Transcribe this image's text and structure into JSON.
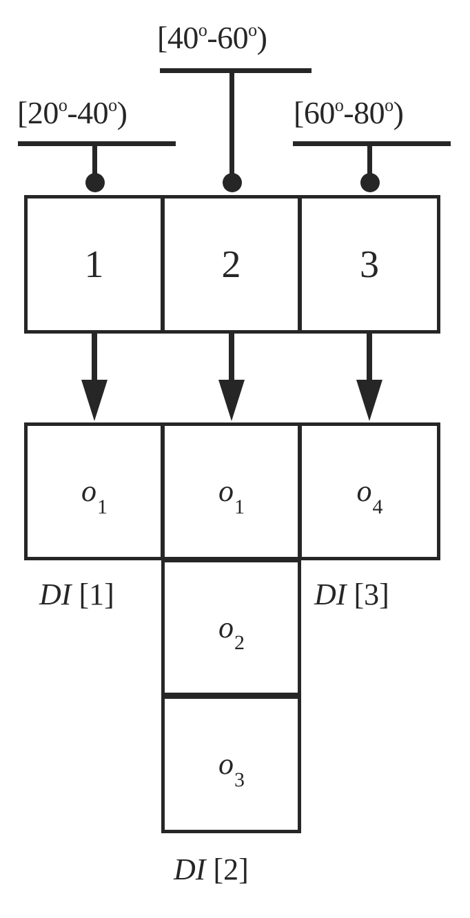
{
  "diagram": {
    "title": "Direction interval bucket diagram",
    "stroke_color": "#262626",
    "background_color": "#ffffff",
    "interval_labels": [
      {
        "id": "interval-20-40",
        "text": "[20º-40º)",
        "low": "20",
        "high": "40",
        "unit": "o",
        "open_bracket": "[",
        "close_bracket": ")"
      },
      {
        "id": "interval-40-60",
        "text": "[40º-60º)",
        "low": "40",
        "high": "60",
        "unit": "o",
        "open_bracket": "[",
        "close_bracket": ")"
      },
      {
        "id": "interval-60-80",
        "text": "[60º-80º)",
        "low": "60",
        "high": "80",
        "unit": "o",
        "open_bracket": "[",
        "close_bracket": ")"
      }
    ],
    "bucket_row": {
      "cells": [
        {
          "id": "bucket-1",
          "label": "1"
        },
        {
          "id": "bucket-2",
          "label": "2"
        },
        {
          "id": "bucket-3",
          "label": "3"
        }
      ]
    },
    "object_columns": [
      {
        "id": "di-column-1",
        "caption_prefix": "DI",
        "caption_index": "[1]",
        "caption": "DI [1]",
        "objects": [
          {
            "id": "o1-col1",
            "base": "o",
            "sub": "1",
            "text": "o1"
          }
        ]
      },
      {
        "id": "di-column-2",
        "caption_prefix": "DI",
        "caption_index": "[2]",
        "caption": "DI [2]",
        "objects": [
          {
            "id": "o1-col2",
            "base": "o",
            "sub": "1",
            "text": "o1"
          },
          {
            "id": "o2-col2",
            "base": "o",
            "sub": "2",
            "text": "o2"
          },
          {
            "id": "o3-col2",
            "base": "o",
            "sub": "3",
            "text": "o3"
          }
        ]
      },
      {
        "id": "di-column-3",
        "caption_prefix": "DI",
        "caption_index": "[3]",
        "caption": "DI [3]",
        "objects": [
          {
            "id": "o4-col3",
            "base": "o",
            "sub": "4",
            "text": "o4"
          }
        ]
      }
    ]
  }
}
